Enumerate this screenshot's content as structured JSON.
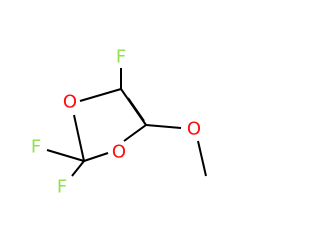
{
  "molecule": {
    "atoms": {
      "o_ring_left": "O",
      "o_ring_right": "O",
      "o_methoxy": "O",
      "f_top": "F",
      "f_cf2_left": "F",
      "f_cf2_bottom": "F"
    },
    "colors": {
      "oxygen": "#ff0d0d",
      "fluorine": "#90e050",
      "bond": "#000000"
    }
  }
}
